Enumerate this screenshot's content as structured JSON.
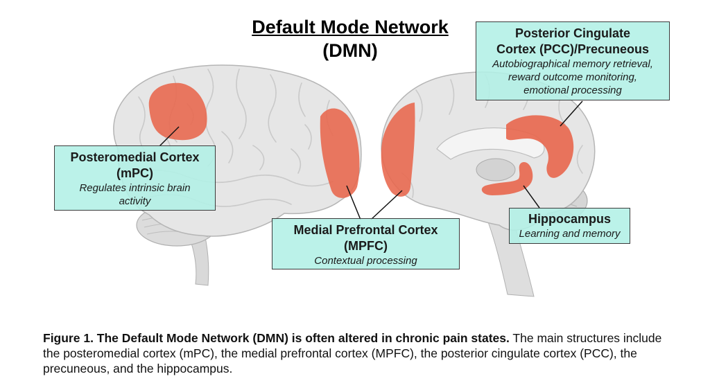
{
  "title": {
    "line1": "Default Mode Network",
    "line2": "(DMN)"
  },
  "regions": {
    "pcc": {
      "title1": "Posterior Cingulate",
      "title2": "Cortex (PCC)/Precuneous",
      "desc1": "Autobiographical memory retrieval,",
      "desc2": "reward outcome monitoring,",
      "desc3": "emotional processing"
    },
    "mpc": {
      "title1": "Posteromedial Cortex",
      "title2": "(mPC)",
      "desc1": "Regulates intrinsic brain",
      "desc2": "activity"
    },
    "mpfc": {
      "title1": "Medial Prefrontal Cortex",
      "title2": "(MPFC)",
      "desc1": "Contextual processing"
    },
    "hippocampus": {
      "title1": "Hippocampus",
      "desc1": "Learning and memory"
    }
  },
  "caption": {
    "bold": "Figure 1. The Default Mode Network (DMN) is often altered in chronic pain states.",
    "text": " The main structures include the posteromedial cortex (mPC), the medial prefrontal cortex (MPFC), the posterior cingulate cortex (PCC), the precuneous, and the hippocampus."
  },
  "colors": {
    "highlight": "#e8664c",
    "box_fill": "#b2f0e6",
    "brain": "#e4e4e4",
    "brain_outline": "#b8b8b8"
  }
}
